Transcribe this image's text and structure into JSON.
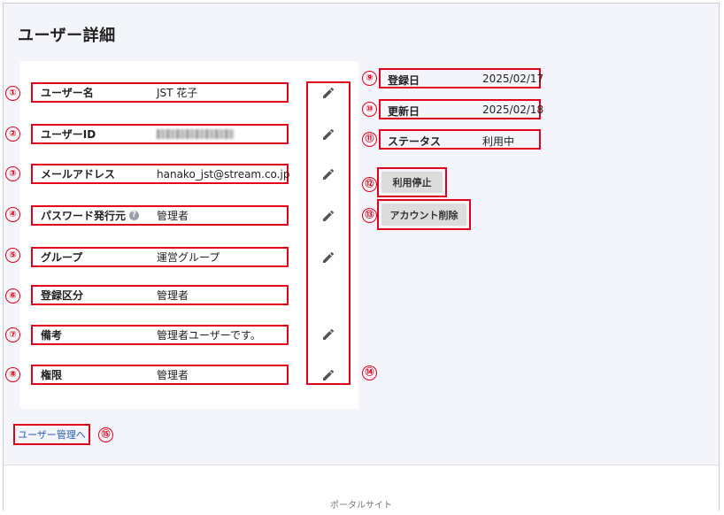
{
  "page": {
    "title": "ユーザー詳細"
  },
  "fields": [
    {
      "num": "①",
      "label": "ユーザー名",
      "value": "JST 花子",
      "editable": true
    },
    {
      "num": "②",
      "label": "ユーザーID",
      "value": "",
      "editable": true
    },
    {
      "num": "③",
      "label": "メールアドレス",
      "value": "hanako_jst@stream.co.jp",
      "editable": true
    },
    {
      "num": "④",
      "label": "パスワード発行元",
      "value": "管理者",
      "editable": true
    },
    {
      "num": "⑤",
      "label": "グループ",
      "value": "運営グループ",
      "editable": true
    },
    {
      "num": "⑥",
      "label": "登録区分",
      "value": "管理者",
      "editable": false
    },
    {
      "num": "⑦",
      "label": "備考",
      "value": "管理者ユーザーです。",
      "editable": true
    },
    {
      "num": "⑧",
      "label": "権限",
      "value": "管理者",
      "editable": true
    }
  ],
  "pencil_num": "⑭",
  "side": {
    "registered": {
      "num": "⑨",
      "label": "登録日",
      "value": "2025/02/17"
    },
    "updated": {
      "num": "⑩",
      "label": "更新日",
      "value": "2025/02/18"
    },
    "status": {
      "num": "⑪",
      "label": "ステータス",
      "value": "利用中"
    }
  },
  "buttons": {
    "suspend": {
      "num": "⑫",
      "label": "利用停止"
    },
    "delete": {
      "num": "⑬",
      "label": "アカウント削除"
    }
  },
  "back_link": {
    "num": "⑮",
    "label": "ユーザー管理へ"
  },
  "help_icon": "?",
  "footer": {
    "text": "ポータルサイト"
  },
  "colors": {
    "annotation": "#e2001a",
    "link": "#2a5db0",
    "background": "#f3f5fa"
  }
}
